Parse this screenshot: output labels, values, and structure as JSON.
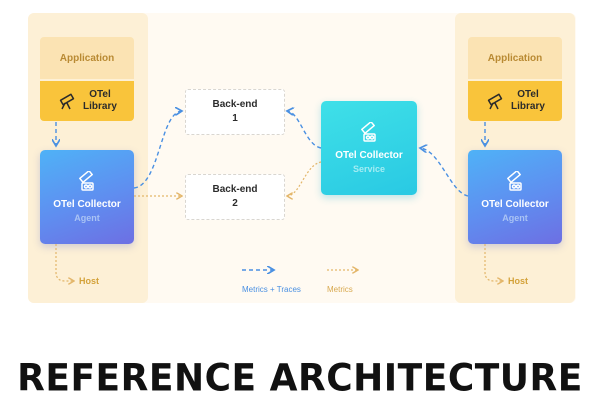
{
  "left_host": {
    "application_label": "Application",
    "library_line1": "OTel",
    "library_line2": "Library",
    "agent_title": "OTel Collector",
    "agent_subtitle": "Agent",
    "host_label": "Host"
  },
  "right_host": {
    "application_label": "Application",
    "library_line1": "OTel",
    "library_line2": "Library",
    "agent_title": "OTel Collector",
    "agent_subtitle": "Agent",
    "host_label": "Host"
  },
  "backends": [
    {
      "line1": "Back-end",
      "line2": "1"
    },
    {
      "line1": "Back-end",
      "line2": "2"
    }
  ],
  "service": {
    "title": "OTel Collector",
    "subtitle": "Service"
  },
  "legend": {
    "metrics_traces": "Metrics + Traces",
    "metrics": "Metrics"
  },
  "colors": {
    "metrics_traces_arrow": "#4a90e2",
    "metrics_arrow": "#e3b66a",
    "host_panel": "#fdf0d6",
    "library": "#f9c43b"
  },
  "icons": [
    "telescope-icon"
  ],
  "title": "REFERENCE ARCHITECTURE"
}
